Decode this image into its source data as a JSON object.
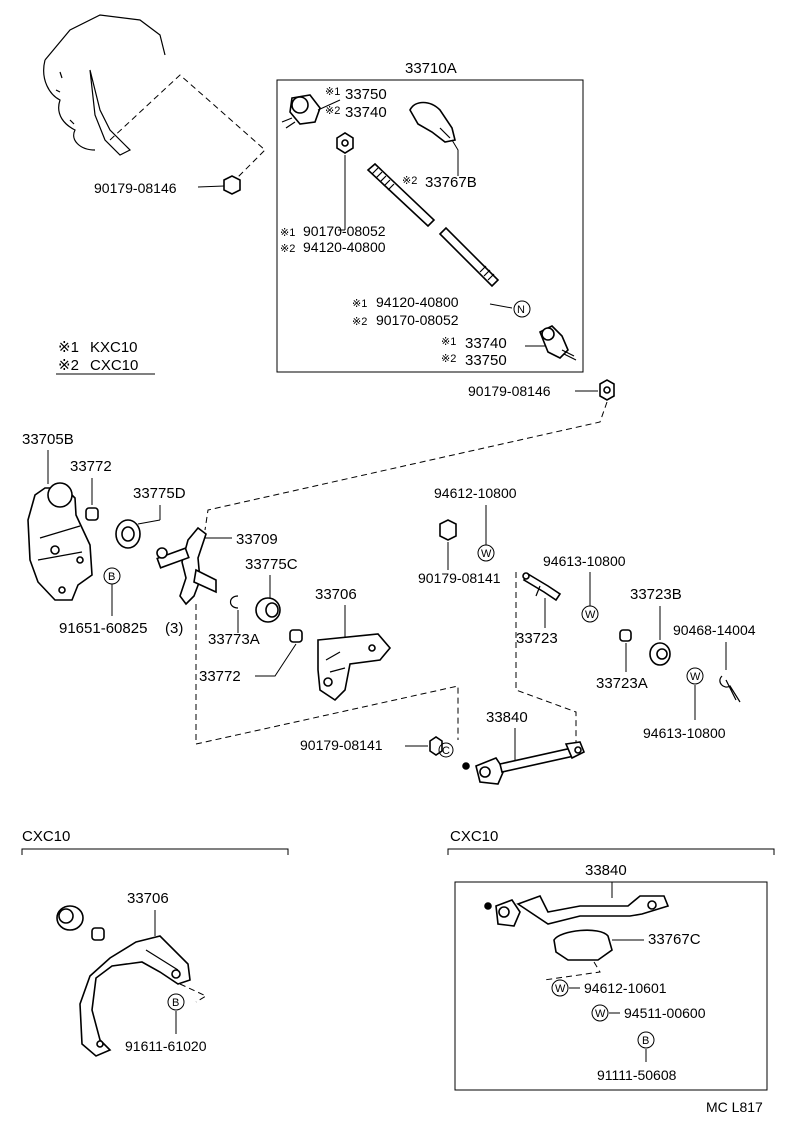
{
  "assembly_label": "33710A",
  "legend": {
    "mark1": "※1",
    "kxc": "KXC10",
    "mark2": "※2",
    "cxc": "CXC10"
  },
  "labels": {
    "p33750_top": "33750",
    "p33740_top": "33740",
    "p33767B": "33767B",
    "p90179_08146_top": "90179-08146",
    "p90170_08052_a": "90170-08052",
    "p94120_40800_a": "94120-40800",
    "p94120_40800_b": "94120-40800",
    "p90170_08052_b": "90170-08052",
    "p33740_bot": "33740",
    "p33750_bot": "33750",
    "p90179_08146_bot": "90179-08146",
    "p33705B": "33705B",
    "p33772_a": "33772",
    "p33775D": "33775D",
    "p33709": "33709",
    "p33775C": "33775C",
    "p33706": "33706",
    "p91651": "91651-60825",
    "p91651_qty": "(3)",
    "p33773A": "33773A",
    "p33772_b": "33772",
    "p94612_10800": "94612-10800",
    "p90179_08141_a": "90179-08141",
    "p94613_10800_a": "94613-10800",
    "p33723": "33723",
    "p33723B": "33723B",
    "p90468": "90468-14004",
    "p33723A": "33723A",
    "p94613_10800_b": "94613-10800",
    "p33840": "33840",
    "p90179_08141_b": "90179-08141",
    "cxc_left": "CXC10",
    "cxc_right": "CXC10",
    "p33706_cxc": "33706",
    "p91611": "91611-61020",
    "p33840_cxc": "33840",
    "p33767C": "33767C",
    "p94612_10601": "94612-10601",
    "p94511": "94511-00600",
    "p91111": "91111-50608",
    "code": "MC L817"
  },
  "symbols": {
    "N": "N",
    "W": "W",
    "B": "B",
    "C": "C"
  }
}
